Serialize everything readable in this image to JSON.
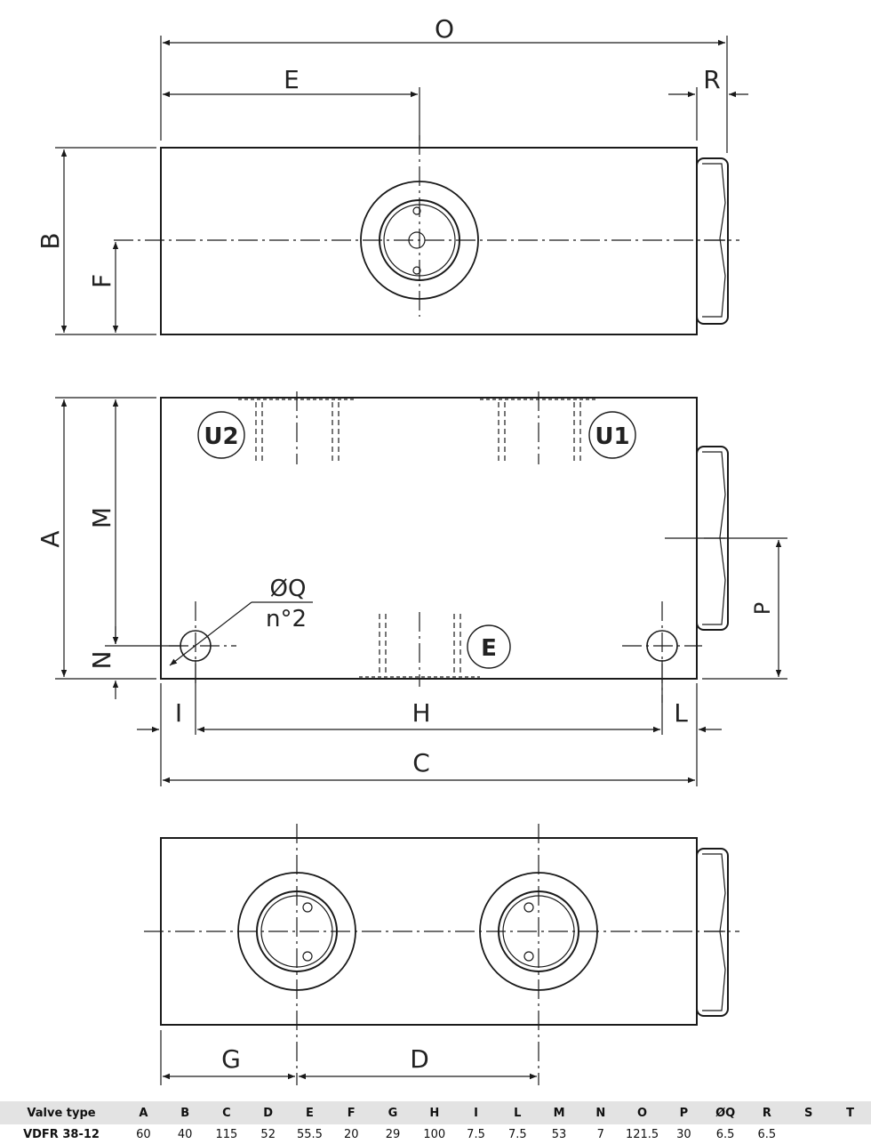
{
  "drawing": {
    "top_view": {
      "dims": {
        "O": "O",
        "E": "E",
        "R": "R",
        "B": "B",
        "F": "F"
      }
    },
    "front_view": {
      "ports": {
        "u2": "U2",
        "u1": "U1",
        "e": "E"
      },
      "dims": {
        "A": "A",
        "M": "M",
        "N": "N",
        "P": "P",
        "I": "I",
        "H": "H",
        "L": "L",
        "C": "C"
      },
      "hole_label": "ØQ",
      "hole_count": "n°2"
    },
    "bottom_view": {
      "dims": {
        "G": "G",
        "D": "D"
      }
    }
  },
  "spec_table": {
    "headers": [
      "Valve type",
      "A",
      "B",
      "C",
      "D",
      "E",
      "F",
      "G",
      "H",
      "I",
      "L",
      "M",
      "N",
      "O",
      "P",
      "ØQ",
      "R",
      "S",
      "T"
    ],
    "rows": [
      [
        "VDFR 38-12",
        "60",
        "40",
        "115",
        "52",
        "55.5",
        "20",
        "29",
        "100",
        "7.5",
        "7.5",
        "53",
        "7",
        "121.5",
        "30",
        "6.5",
        "6.5",
        "",
        ""
      ]
    ]
  }
}
